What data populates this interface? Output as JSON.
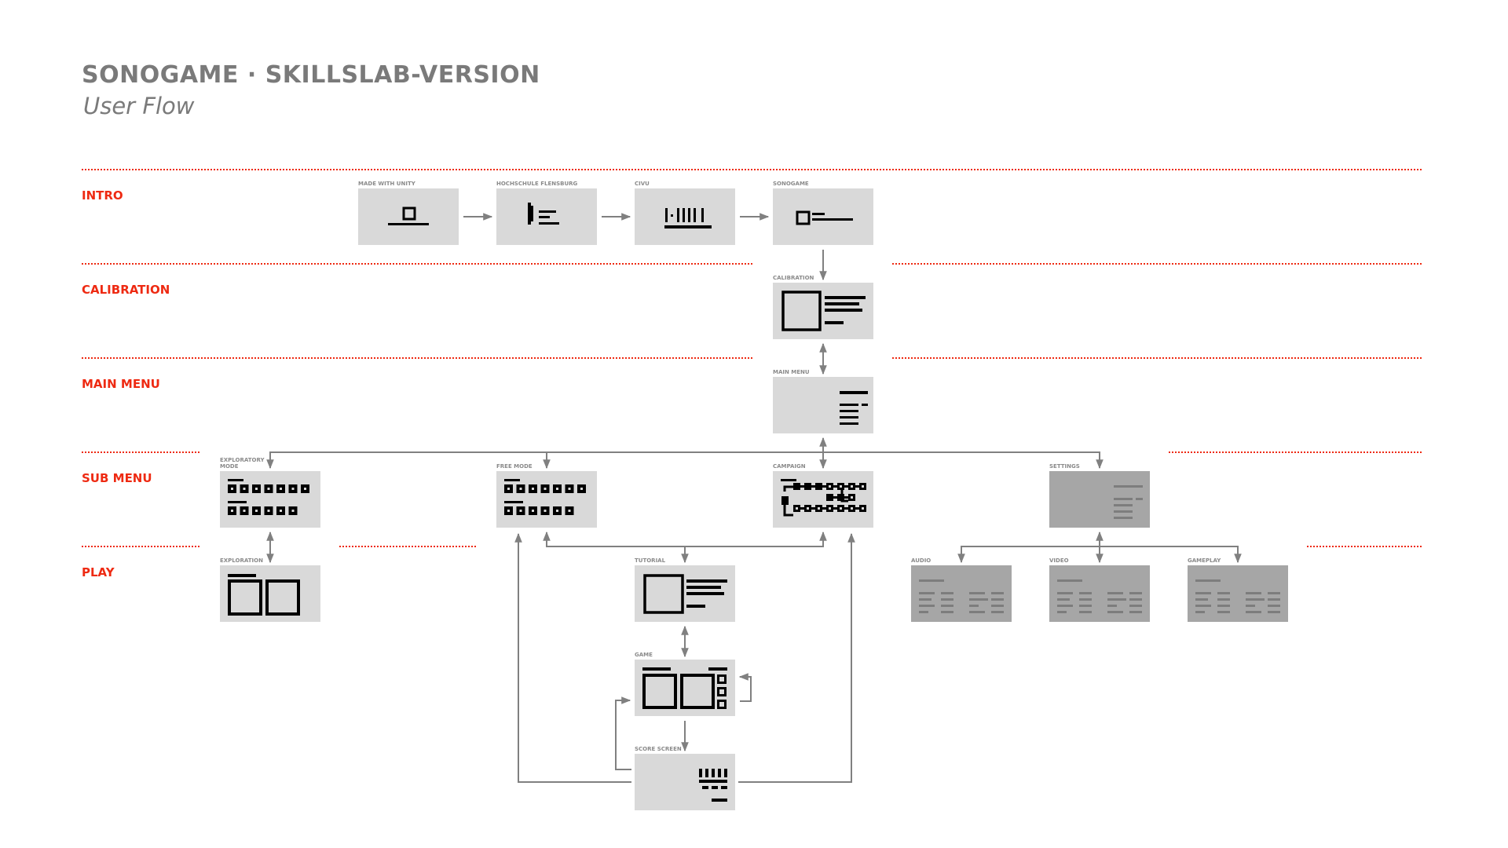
{
  "header": {
    "title": "SONOGAME · SKILLSLAB-VERSION",
    "subtitle": "User Flow"
  },
  "colors": {
    "accent": "#ee2a12",
    "text_gray": "#7a7a7a",
    "screen_fill": "#d9d9d9",
    "screen_fill_inactive": "#a6a6a6",
    "glyph": "#000000",
    "glyph_inactive": "#7d7d7d",
    "connector": "#808080"
  },
  "rows": [
    {
      "id": "intro",
      "label": "INTRO"
    },
    {
      "id": "calibration",
      "label": "CALIBRATION"
    },
    {
      "id": "main-menu",
      "label": "MAIN MENU"
    },
    {
      "id": "sub-menu",
      "label": "SUB MENU"
    },
    {
      "id": "play",
      "label": "PLAY"
    }
  ],
  "screens": [
    {
      "id": "made-with-unity",
      "label": "MADE WITH UNITY",
      "row": "intro",
      "icon": "unity-logo-icon",
      "inactive": false
    },
    {
      "id": "hochschule-flensburg",
      "label": "HOCHSCHULE FLENSBURG",
      "row": "intro",
      "icon": "university-logo-icon",
      "inactive": false
    },
    {
      "id": "civu",
      "label": "CIVU",
      "row": "intro",
      "icon": "civu-logo-icon",
      "inactive": false
    },
    {
      "id": "sonogame",
      "label": "SONOGAME",
      "row": "intro",
      "icon": "sonogame-logo-icon",
      "inactive": false
    },
    {
      "id": "calibration",
      "label": "CALIBRATION",
      "row": "calibration",
      "icon": "image-text-icon",
      "inactive": false
    },
    {
      "id": "main-menu",
      "label": "MAIN MENU",
      "row": "main-menu",
      "icon": "menu-list-icon",
      "inactive": false
    },
    {
      "id": "exploratory-mode",
      "label": "EXPLORATORY MODE",
      "row": "sub-menu",
      "icon": "level-grid-icon",
      "inactive": false
    },
    {
      "id": "free-mode",
      "label": "FREE MODE",
      "row": "sub-menu",
      "icon": "level-grid-icon",
      "inactive": false
    },
    {
      "id": "campaign",
      "label": "CAMPAIGN",
      "row": "sub-menu",
      "icon": "campaign-path-icon",
      "inactive": false
    },
    {
      "id": "settings",
      "label": "SETTINGS",
      "row": "sub-menu",
      "icon": "menu-list-icon",
      "inactive": true
    },
    {
      "id": "exploration",
      "label": "EXPLORATION",
      "row": "play",
      "icon": "dual-view-icon",
      "inactive": false
    },
    {
      "id": "tutorial",
      "label": "TUTORIAL",
      "row": "play",
      "icon": "image-text-icon",
      "inactive": false
    },
    {
      "id": "game",
      "label": "GAME",
      "row": "play",
      "icon": "game-view-icon",
      "inactive": false
    },
    {
      "id": "score-screen",
      "label": "SCORE SCREEN",
      "row": "play",
      "icon": "score-icon",
      "inactive": false
    },
    {
      "id": "audio",
      "label": "AUDIO",
      "row": "play",
      "icon": "settings-table-icon",
      "inactive": true
    },
    {
      "id": "video",
      "label": "VIDEO",
      "row": "play",
      "icon": "settings-table-icon",
      "inactive": true
    },
    {
      "id": "gameplay",
      "label": "GAMEPLAY",
      "row": "play",
      "icon": "settings-table-icon",
      "inactive": true
    }
  ],
  "connections": [
    {
      "from": "made-with-unity",
      "to": "hochschule-flensburg",
      "type": "one-way"
    },
    {
      "from": "hochschule-flensburg",
      "to": "civu",
      "type": "one-way"
    },
    {
      "from": "civu",
      "to": "sonogame",
      "type": "one-way"
    },
    {
      "from": "sonogame",
      "to": "calibration",
      "type": "one-way"
    },
    {
      "from": "calibration",
      "to": "main-menu",
      "type": "two-way"
    },
    {
      "from": "main-menu",
      "to": "exploratory-mode",
      "type": "two-way"
    },
    {
      "from": "main-menu",
      "to": "free-mode",
      "type": "two-way"
    },
    {
      "from": "main-menu",
      "to": "campaign",
      "type": "two-way"
    },
    {
      "from": "main-menu",
      "to": "settings",
      "type": "two-way"
    },
    {
      "from": "exploratory-mode",
      "to": "exploration",
      "type": "two-way"
    },
    {
      "from": "free-mode",
      "to": "tutorial",
      "type": "two-way"
    },
    {
      "from": "campaign",
      "to": "tutorial",
      "type": "two-way"
    },
    {
      "from": "tutorial",
      "to": "game",
      "type": "two-way"
    },
    {
      "from": "game",
      "to": "game",
      "type": "loop"
    },
    {
      "from": "game",
      "to": "score-screen",
      "type": "one-way"
    },
    {
      "from": "score-screen",
      "to": "game",
      "type": "one-way"
    },
    {
      "from": "score-screen",
      "to": "free-mode",
      "type": "one-way"
    },
    {
      "from": "score-screen",
      "to": "campaign",
      "type": "one-way"
    },
    {
      "from": "settings",
      "to": "audio",
      "type": "two-way"
    },
    {
      "from": "settings",
      "to": "video",
      "type": "two-way"
    },
    {
      "from": "settings",
      "to": "gameplay",
      "type": "two-way"
    }
  ]
}
